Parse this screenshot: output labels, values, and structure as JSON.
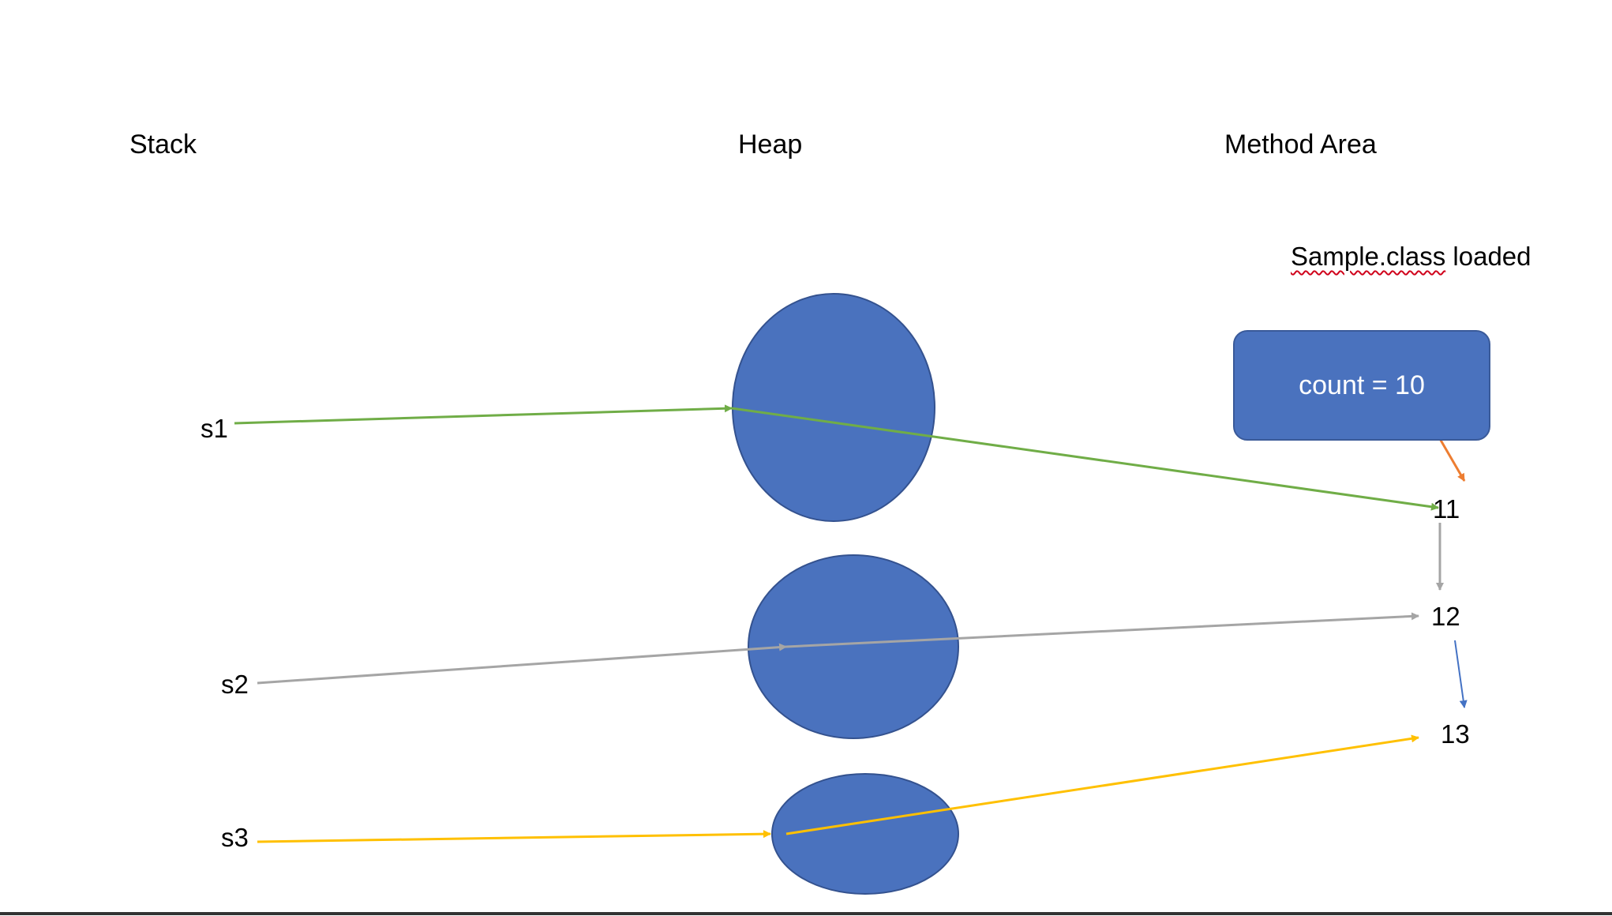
{
  "sections": {
    "stack": "Stack",
    "heap": "Heap",
    "method_area": "Method Area"
  },
  "class_loaded": {
    "name": "Sample.class",
    "suffix": " loaded"
  },
  "class_box": {
    "label": "count = 10"
  },
  "variables": [
    "s1",
    "s2",
    "s3"
  ],
  "values": [
    "11",
    "12",
    "13"
  ],
  "colors": {
    "object_fill": "#4a72be",
    "object_stroke": "#34528f",
    "s1_ref": "#70ad47",
    "s2_ref": "#a5a5a5",
    "s3_ref": "#ffc000",
    "count_to_11": "#ed7d31",
    "11_to_12": "#a5a5a5",
    "12_to_13": "#4472c4"
  }
}
